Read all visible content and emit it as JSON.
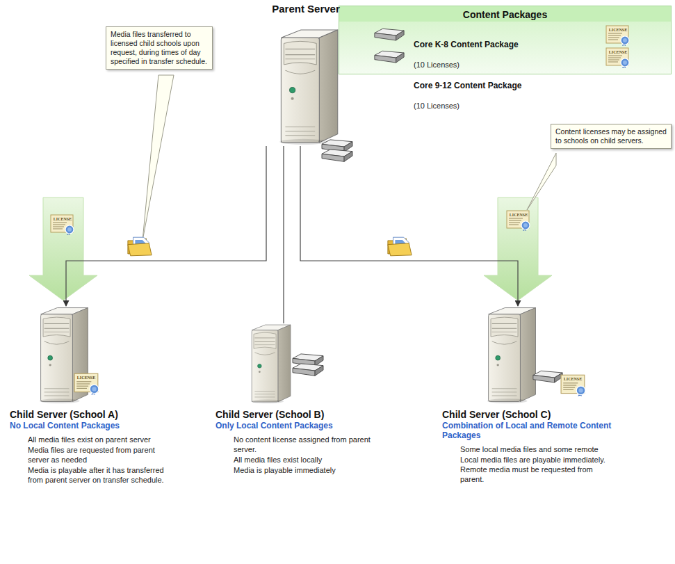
{
  "diagram": {
    "nodes": [
      {
        "text": [
          "Parent Server"
        ]
      },
      {
        "text": [
          "Content Packages",
          "Core K-8 Content Package",
          "(10 Licenses)",
          "Core 9-12 Content Package",
          "(10 Licenses)"
        ]
      },
      {
        "text": [
          "Media files transferred to licensed child schools upon request, during times of day specified in transfer schedule."
        ]
      },
      {
        "text": [
          "Content licenses may be assigned to schools on child servers."
        ]
      },
      {
        "text": [
          "Child Server (School A)",
          "No Local Content Packages",
          "All media files exist on parent server",
          "Media files are requested from parent server as needed",
          "Media is playable after it has transferred from parent server on transfer schedule."
        ]
      },
      {
        "text": [
          "Child Server (School B)",
          "Only Local Content Packages",
          "No content license assigned from parent server.",
          "All media files exist locally",
          "Media is playable immediately"
        ]
      },
      {
        "text": [
          "Child Server (School C)",
          "Combination of Local and Remote Content Packages",
          "Some local media files and some remote",
          "Local media files are playable immediately. Remote media must be requested from parent."
        ]
      }
    ],
    "edges": [
      {
        "from": 0,
        "to": 4,
        "arrow": "to"
      },
      {
        "from": 0,
        "to": 5,
        "arrow": "none"
      },
      {
        "from": 0,
        "to": 6,
        "arrow": "to"
      }
    ],
    "labels": [
      "LICENSE",
      "LICENSE",
      "LICENSE",
      "LICENSE",
      "LICENSE",
      "LICENSE"
    ]
  }
}
